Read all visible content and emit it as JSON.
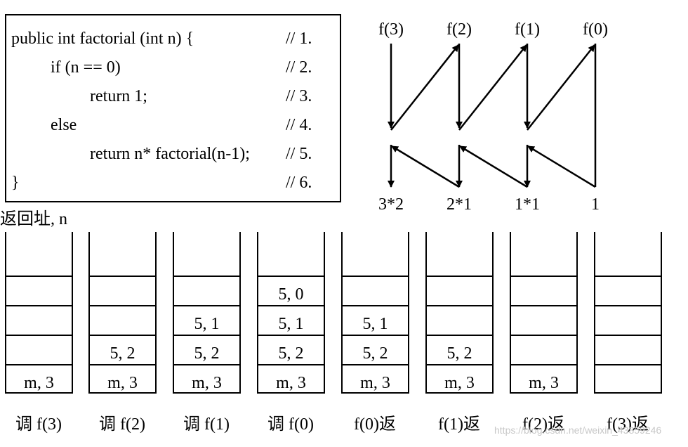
{
  "code": {
    "lines": [
      {
        "text": "public int factorial (int n) {",
        "comment": "// 1."
      },
      {
        "text": "if (n == 0)",
        "comment": "// 2."
      },
      {
        "text": "return 1;",
        "comment": "// 3."
      },
      {
        "text": "else",
        "comment": "// 4."
      },
      {
        "text": "return n* factorial(n-1);",
        "comment": "// 5."
      },
      {
        "text": "}",
        "comment": "// 6."
      }
    ]
  },
  "flow": {
    "calls": [
      "f(3)",
      "f(2)",
      "f(1)",
      "f(0)"
    ],
    "results": [
      "3*2",
      "2*1",
      "1*1",
      "1"
    ]
  },
  "stack_heading": "返回址, n",
  "stacks": [
    {
      "label": "调 f(3)",
      "cells": [
        "m, 3",
        "",
        "",
        "",
        ""
      ]
    },
    {
      "label": "调 f(2)",
      "cells": [
        "m, 3",
        "5, 2",
        "",
        "",
        ""
      ]
    },
    {
      "label": "调 f(1)",
      "cells": [
        "m, 3",
        "5, 2",
        "5, 1",
        "",
        ""
      ]
    },
    {
      "label": "调 f(0)",
      "cells": [
        "m, 3",
        "5, 2",
        "5, 1",
        "5, 0",
        ""
      ]
    },
    {
      "label": "f(0)返",
      "cells": [
        "m, 3",
        "5, 2",
        "5, 1",
        "",
        ""
      ]
    },
    {
      "label": "f(1)返",
      "cells": [
        "m, 3",
        "5, 2",
        "",
        "",
        ""
      ]
    },
    {
      "label": "f(2)返",
      "cells": [
        "m, 3",
        "",
        "",
        "",
        ""
      ]
    },
    {
      "label": "f(3)返",
      "cells": [
        "",
        "",
        "",
        "",
        ""
      ]
    }
  ],
  "watermark": "https://blog.csdn.net/weixin_43859246"
}
